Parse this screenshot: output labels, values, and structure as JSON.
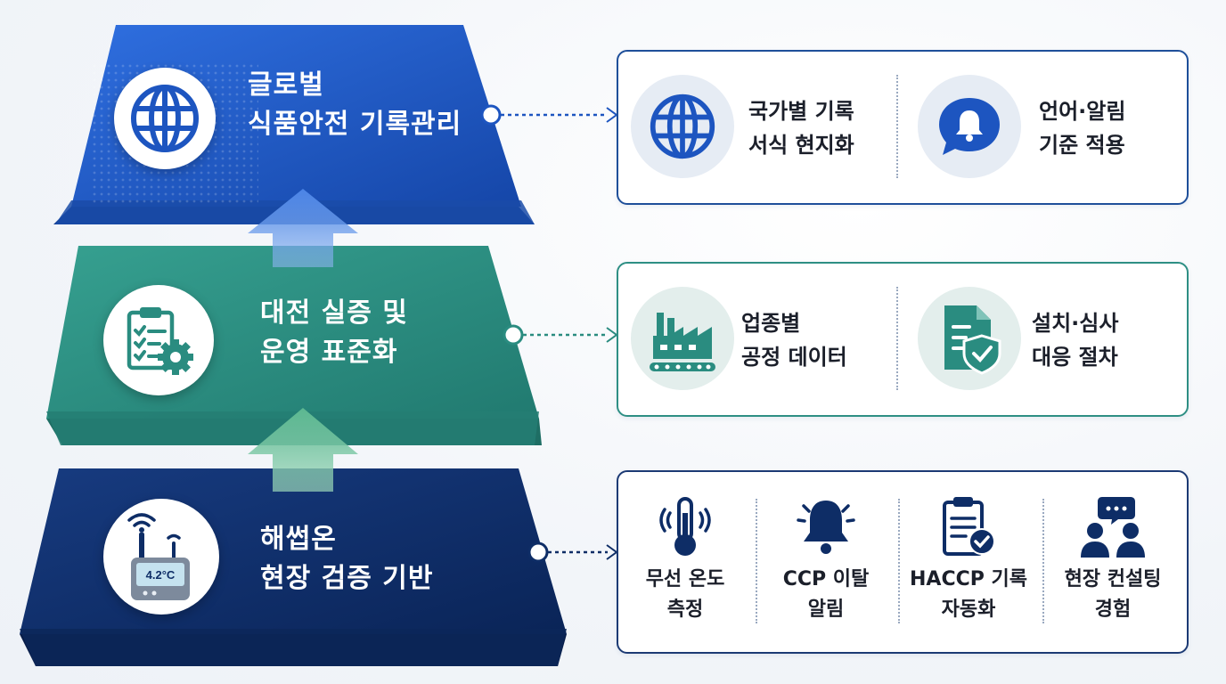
{
  "tiers": [
    {
      "id": "global",
      "title_line1": "글로벌",
      "title_line2": "식품안전 기록관리",
      "color": "#1d55c0",
      "icon": "globe-icon",
      "features": [
        {
          "line1": "국가별 기록",
          "line2": "서식 현지화",
          "icon": "globe-icon"
        },
        {
          "line1": "언어·알림",
          "line2": "기준 적용",
          "icon": "bell-chat-icon"
        }
      ]
    },
    {
      "id": "daejeon",
      "title_line1": "대전 실증 및",
      "title_line2": "운영 표준화",
      "color": "#2a8c80",
      "icon": "clipboard-gear-icon",
      "features": [
        {
          "line1": "업종별",
          "line2": "공정 데이터",
          "icon": "factory-icon"
        },
        {
          "line1": "설치·심사",
          "line2": "대응 절차",
          "icon": "document-shield-icon"
        }
      ]
    },
    {
      "id": "haesseom",
      "title_line1": "해썹온",
      "title_line2": "현장 검증 기반",
      "color": "#0e2d66",
      "icon": "wireless-sensor-icon",
      "sensor_reading": "4.2°C",
      "features": [
        {
          "line1": "무선 온도",
          "line2": "측정",
          "icon": "wireless-thermometer-icon"
        },
        {
          "line1": "CCP 이탈",
          "line2": "알림",
          "icon": "alarm-bell-icon"
        },
        {
          "line1": "HACCP 기록",
          "line2": "자동화",
          "icon": "clipboard-check-icon"
        },
        {
          "line1": "현장 컨설팅",
          "line2": "경험",
          "icon": "consulting-people-icon"
        }
      ]
    }
  ],
  "colors": {
    "blue": "#1d55c0",
    "teal": "#2a8c80",
    "navy": "#0e2d66",
    "arrow_blue": "#5b8fe0",
    "arrow_green": "#6bbf98"
  }
}
